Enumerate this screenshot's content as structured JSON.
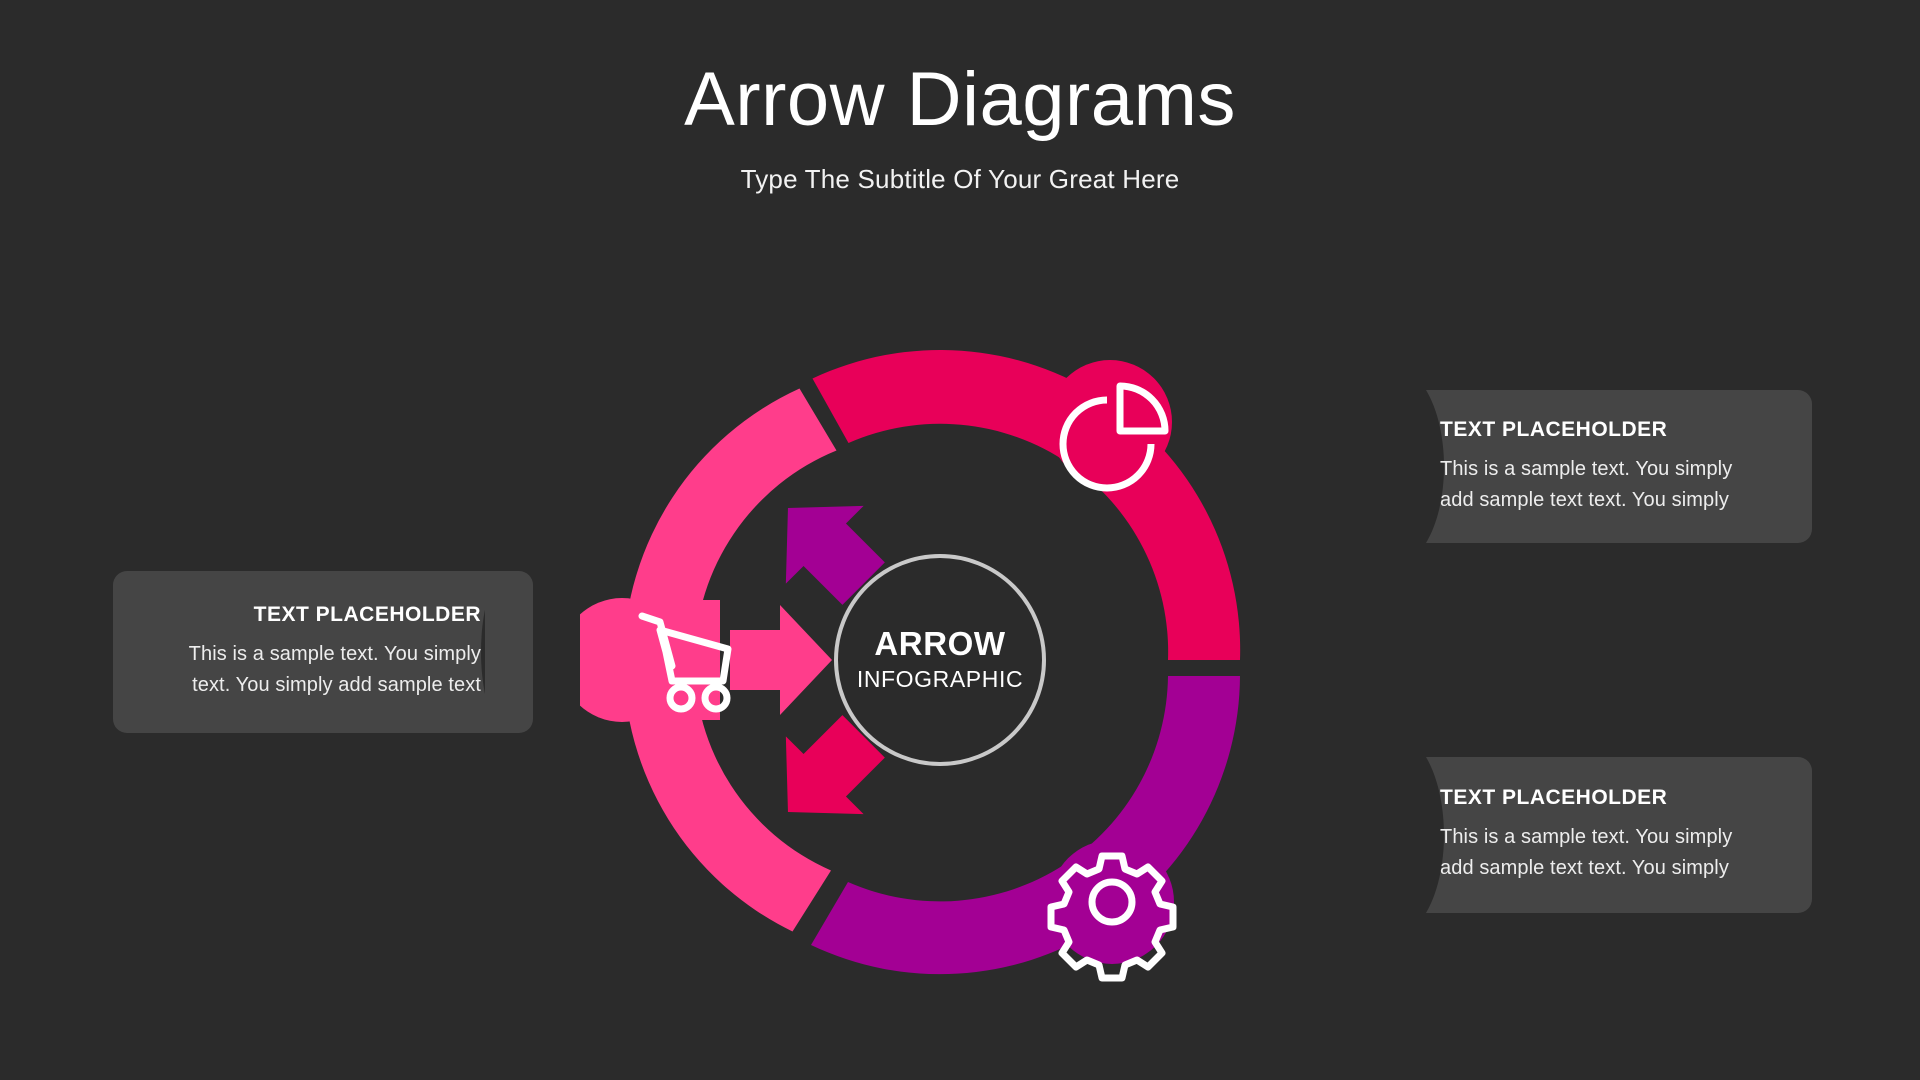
{
  "header": {
    "title": "Arrow Diagrams",
    "subtitle": "Type The Subtitle Of Your Great Here"
  },
  "center": {
    "title": "ARROW",
    "subtitle": "INFOGRAPHIC"
  },
  "colors": {
    "background": "#2b2b2b",
    "segment_pink": "#ff3d8b",
    "segment_crimson": "#e80059",
    "segment_purple": "#a30094",
    "callout_fill": "#454545",
    "text_primary": "#ffffff",
    "ring_stroke": "#c9c9c9"
  },
  "segments": [
    {
      "id": "cart",
      "icon": "shopping-cart-icon",
      "color": "#ff3d8b",
      "arrow": "arrow-right",
      "label": "Shopping"
    },
    {
      "id": "chart",
      "icon": "pie-chart-icon",
      "color": "#e80059",
      "arrow": "arrow-down-left",
      "label": "Analytics"
    },
    {
      "id": "settings",
      "icon": "gear-icon",
      "color": "#a30094",
      "arrow": "arrow-up-left",
      "label": "Settings"
    }
  ],
  "callouts": [
    {
      "id": "left",
      "heading": "TEXT PLACEHOLDER",
      "lines": [
        "This is a sample text. You simply",
        "text. You simply add sample text"
      ]
    },
    {
      "id": "top-right",
      "heading": "TEXT PLACEHOLDER",
      "lines": [
        "This is a sample text. You simply",
        "add sample text text. You simply"
      ]
    },
    {
      "id": "bottom-right",
      "heading": "TEXT PLACEHOLDER",
      "lines": [
        "This is a sample text. You simply",
        "add sample text text. You simply"
      ]
    }
  ]
}
